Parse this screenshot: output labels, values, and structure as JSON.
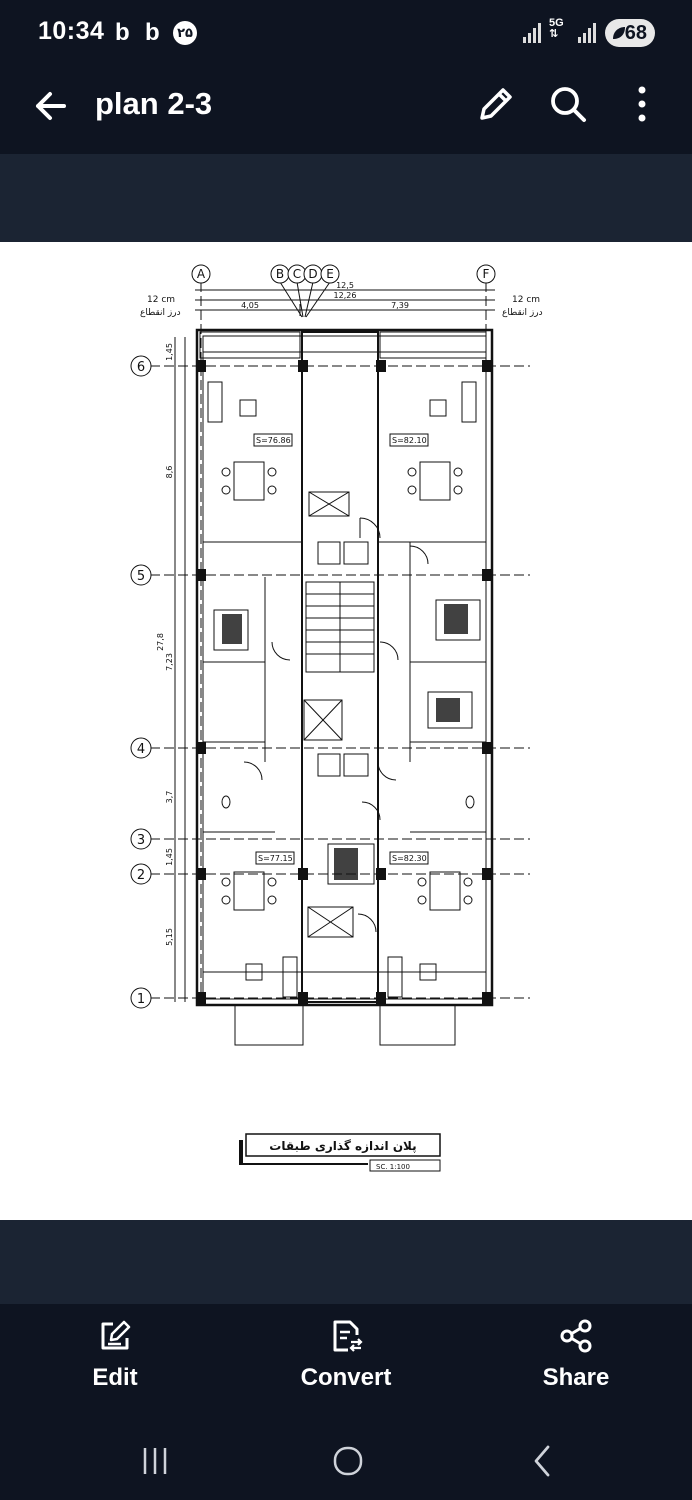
{
  "status": {
    "time": "10:34",
    "notif_1": "b",
    "notif_2": "b",
    "badge": "۲۵",
    "network": "5G",
    "battery": "68"
  },
  "header": {
    "title": "plan 2-3"
  },
  "drawing": {
    "axes_top": [
      "A",
      "B",
      "C",
      "D",
      "E",
      "F"
    ],
    "axes_left": [
      "6",
      "5",
      "4",
      "3",
      "2",
      "1"
    ],
    "left_dims": [
      "1,45",
      "8,6",
      "27,8",
      "7,23",
      "3,7",
      "1,45",
      "5,15"
    ],
    "top_total": "12,5",
    "top_inner": "12,26",
    "top_left_span": "4,05",
    "top_right_span": "7,39",
    "gap_label": "12 cm",
    "gap_text": "درز انقطاع",
    "area_tl": "S=76.86",
    "area_tr": "S=82.10",
    "area_bl": "S=77.15",
    "area_br": "S=82.30",
    "plan_title": "پلان اندازه گذاری طبقات",
    "scale": "SC. 1:100"
  },
  "actions": {
    "edit": "Edit",
    "convert": "Convert",
    "share": "Share"
  }
}
